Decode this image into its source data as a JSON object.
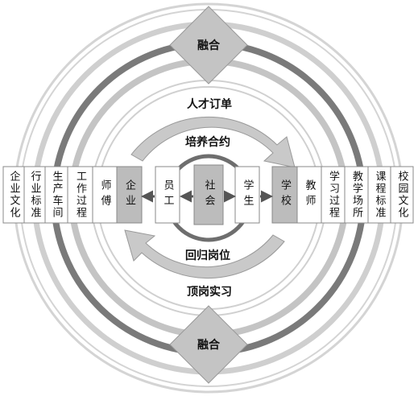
{
  "diamond_top": "融合",
  "diamond_bottom": "融合",
  "ring_labels": {
    "talent_order": "人才订单",
    "cultivation_contract": "培养合约",
    "return_position": "回归岗位",
    "internship": "顶岗实习"
  },
  "center": "社会",
  "inner_left": "员工",
  "inner_right": "学生",
  "enterprise": "企业",
  "school": "学校",
  "left_boxes": [
    "企业文化",
    "行业标准",
    "生产车间",
    "工作过程",
    "师傅"
  ],
  "right_boxes": [
    "教师",
    "学习过程",
    "教学场所",
    "课程标准",
    "校园文化"
  ],
  "colors": {
    "ring_outer": "#d4d4d4",
    "ring_dark": "#7a7a7a",
    "ring_light": "#c8c8c8",
    "arrow_fill": "#c9c9c9",
    "box_gray": "#bcbcbc",
    "diamond": "#c4c4c4"
  }
}
